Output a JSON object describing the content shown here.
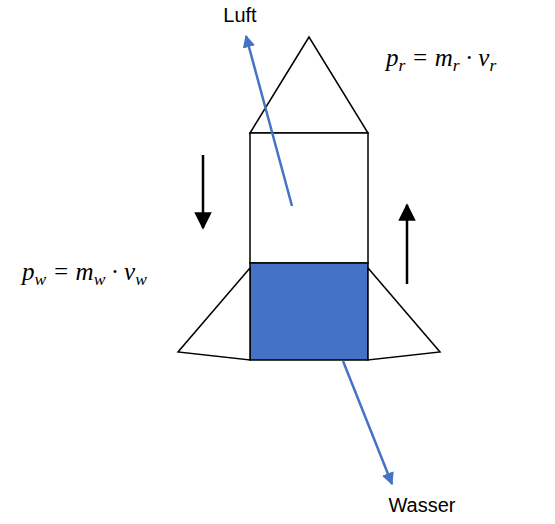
{
  "diagram": {
    "labels": [
      "Luft",
      "pr = mr · vr",
      "pw = mw · vw",
      "Wasser"
    ]
  }
}
